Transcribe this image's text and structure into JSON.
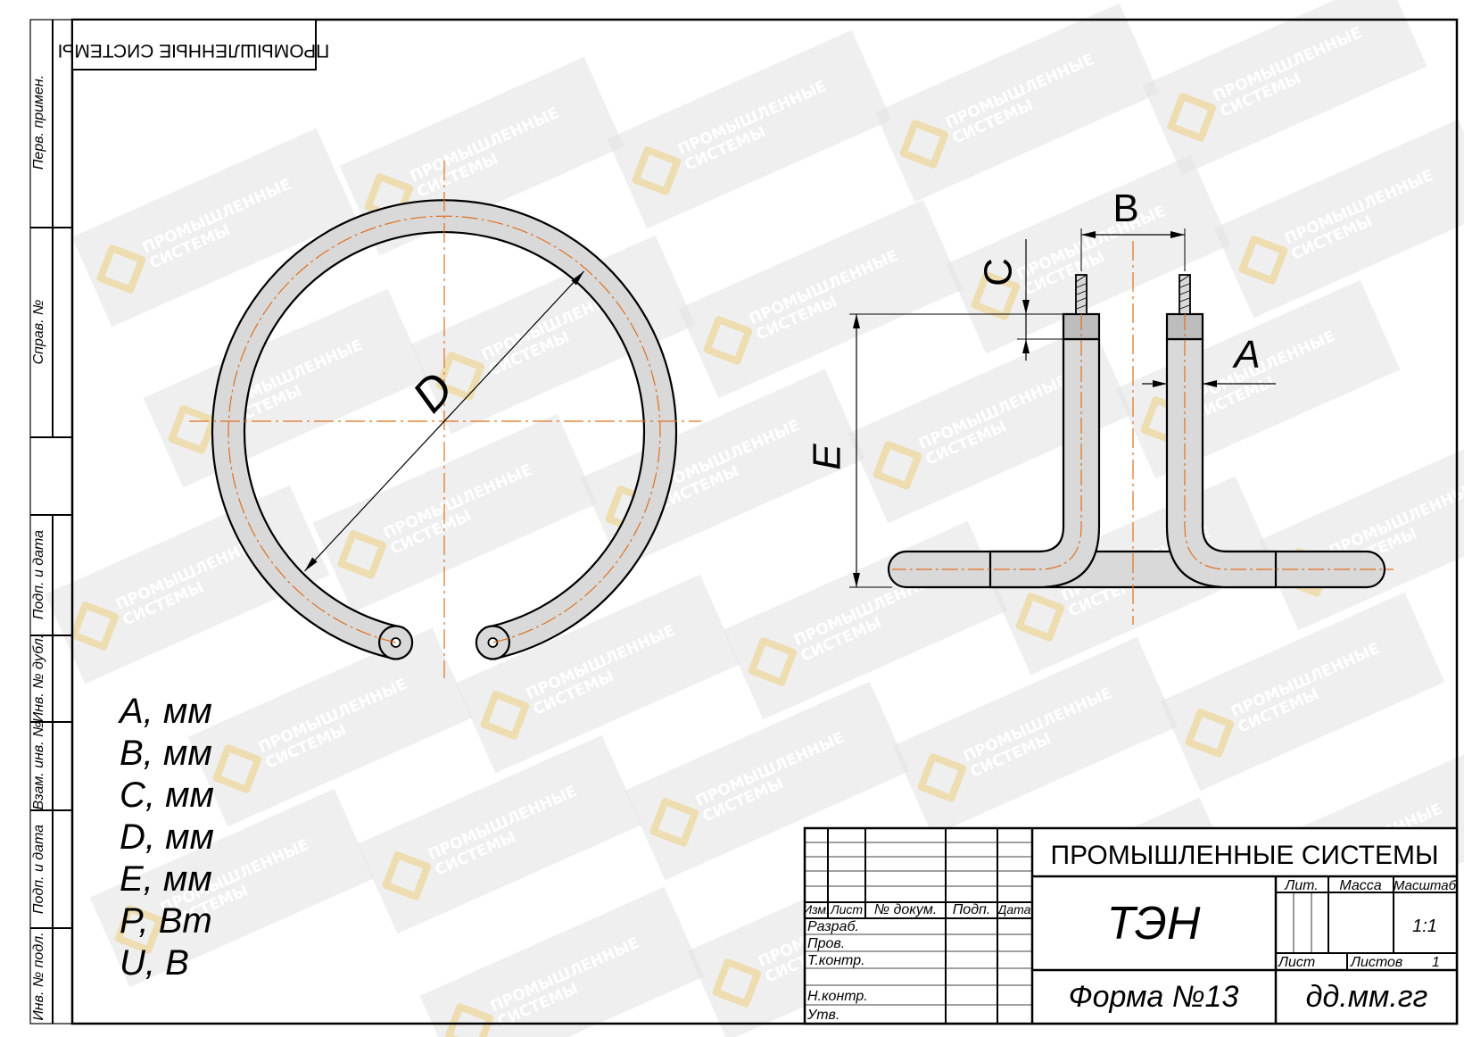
{
  "company_stamp": "ПРОМЫШЛЕННЫЕ СИСТЕМЫ",
  "left_strip": {
    "perv_primen": "Перв. примен.",
    "sprav_no": "Справ. №",
    "podp_data_1": "Подп. и дата",
    "inv_no_dubl": "Инв. № дубл.",
    "vzam_inv_no": "Взам. инв. №",
    "podp_data_2": "Подп. и дата",
    "inv_no_podl": "Инв. № подл."
  },
  "dimensions": {
    "a": "A",
    "b": "B",
    "c": "C",
    "d": "D",
    "e": "E"
  },
  "params": [
    "A, мм",
    "B, мм",
    "C, мм",
    "D, мм",
    "E, мм",
    "P, Вт",
    "U, В"
  ],
  "title_block": {
    "company": "ПРОМЫШЛЕННЫЕ СИСТЕМЫ",
    "product": "ТЭН",
    "form": "Форма №13",
    "designation": "дд.мм.гг",
    "scale": "1:1",
    "header": {
      "izm": "Изм.",
      "list": "Лист",
      "doc_no": "№ докум.",
      "podp": "Подп.",
      "data": "Дата"
    },
    "roles": [
      "Разраб.",
      "Пров.",
      "Т.контр.",
      "Н.контр.",
      "Утв."
    ],
    "lit": "Лит.",
    "massa": "Масса",
    "masshtab": "Масштаб",
    "list_label": "Лист",
    "listov_label": "Листов",
    "listov_value": "1"
  },
  "watermark": {
    "line1": "ПРОМЫШЛЕННЫЕ",
    "line2": "СИСТЕМЫ",
    "text_color": "#ffffff",
    "logo_color": "#ecd696",
    "band_color": "#e1e1e1"
  },
  "colors": {
    "line": "#000000",
    "centerline": "#e07020",
    "tube_fill": "#d9d9d9"
  }
}
